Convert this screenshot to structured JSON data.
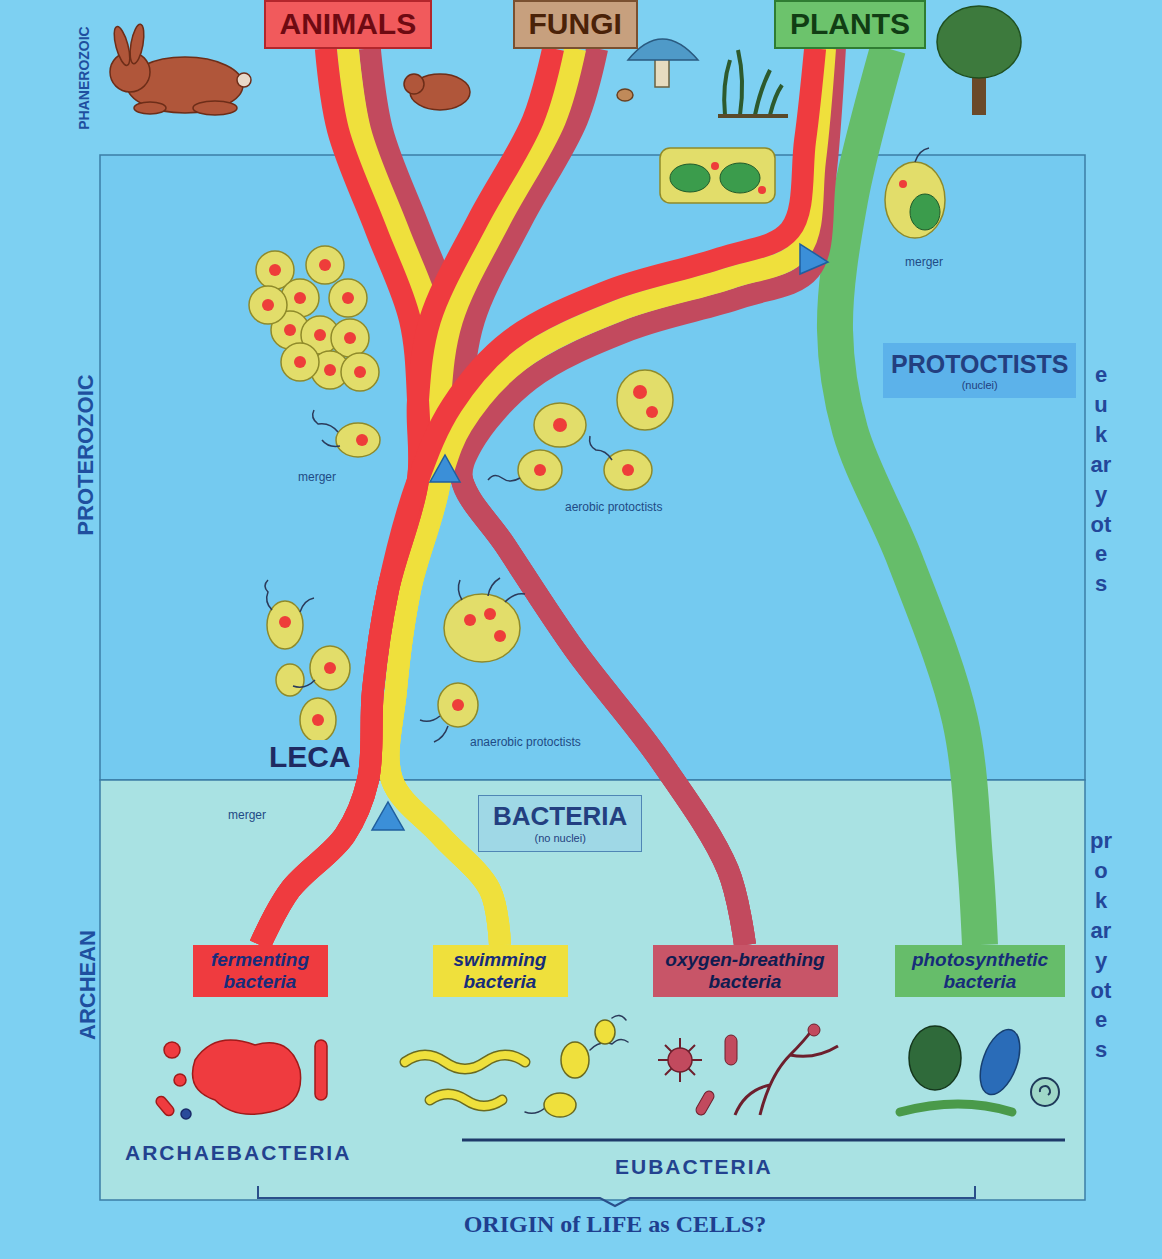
{
  "diagram": {
    "caption": "ORIGIN of LIFE as CELLS?",
    "nodes": [
      {
        "text": [
          "ANIMALS"
        ]
      },
      {
        "text": [
          "FUNGI"
        ]
      },
      {
        "text": [
          "PLANTS"
        ]
      },
      {
        "text": [
          "PROTOCTISTS",
          "(nuclei)"
        ]
      },
      {
        "text": [
          "BACTERIA",
          "(no nuclei)"
        ]
      },
      {
        "text": [
          "fermenting bacteria"
        ]
      },
      {
        "text": [
          "swimming bacteria"
        ]
      },
      {
        "text": [
          "oxygen-breathing bacteria"
        ]
      },
      {
        "text": [
          "photosynthetic bacteria"
        ]
      }
    ],
    "edges": [
      {
        "from": 5,
        "to": 0,
        "arrow": "none"
      },
      {
        "from": 5,
        "to": 1,
        "arrow": "none"
      },
      {
        "from": 5,
        "to": 2,
        "arrow": "none"
      },
      {
        "from": 6,
        "to": 0,
        "arrow": "none"
      },
      {
        "from": 6,
        "to": 1,
        "arrow": "none"
      },
      {
        "from": 6,
        "to": 2,
        "arrow": "none"
      },
      {
        "from": 7,
        "to": 0,
        "arrow": "none"
      },
      {
        "from": 7,
        "to": 1,
        "arrow": "none"
      },
      {
        "from": 7,
        "to": 2,
        "arrow": "none"
      },
      {
        "from": 8,
        "to": 2,
        "arrow": "none"
      }
    ],
    "labels": [
      "PHANEROZOIC",
      "merger",
      "PROTEROZOIC",
      "aerobic protoctists",
      "merger",
      "eukaryotes",
      "anaerobic protoctists",
      "LECA",
      "merger",
      "prokaryotes",
      "ARCHEAN",
      "ARCHAEBACTERIA",
      "EUBACTERIA"
    ]
  }
}
